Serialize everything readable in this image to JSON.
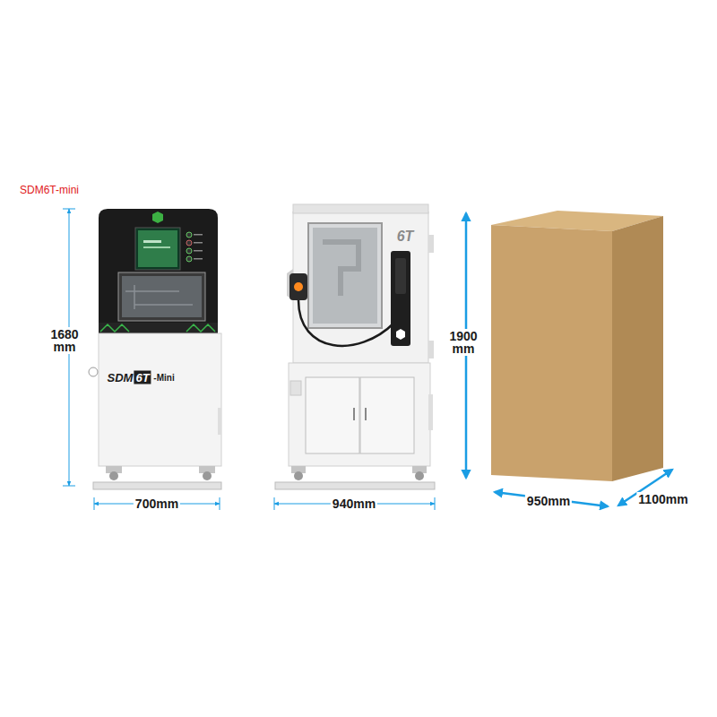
{
  "diagram": {
    "title": "SDM6T-mini",
    "labels": [
      "1680 mm",
      "700mm",
      "940mm",
      "1900 mm",
      "950mm",
      "1100mm",
      "SDM",
      "6T",
      "-Mini",
      "6T"
    ]
  }
}
